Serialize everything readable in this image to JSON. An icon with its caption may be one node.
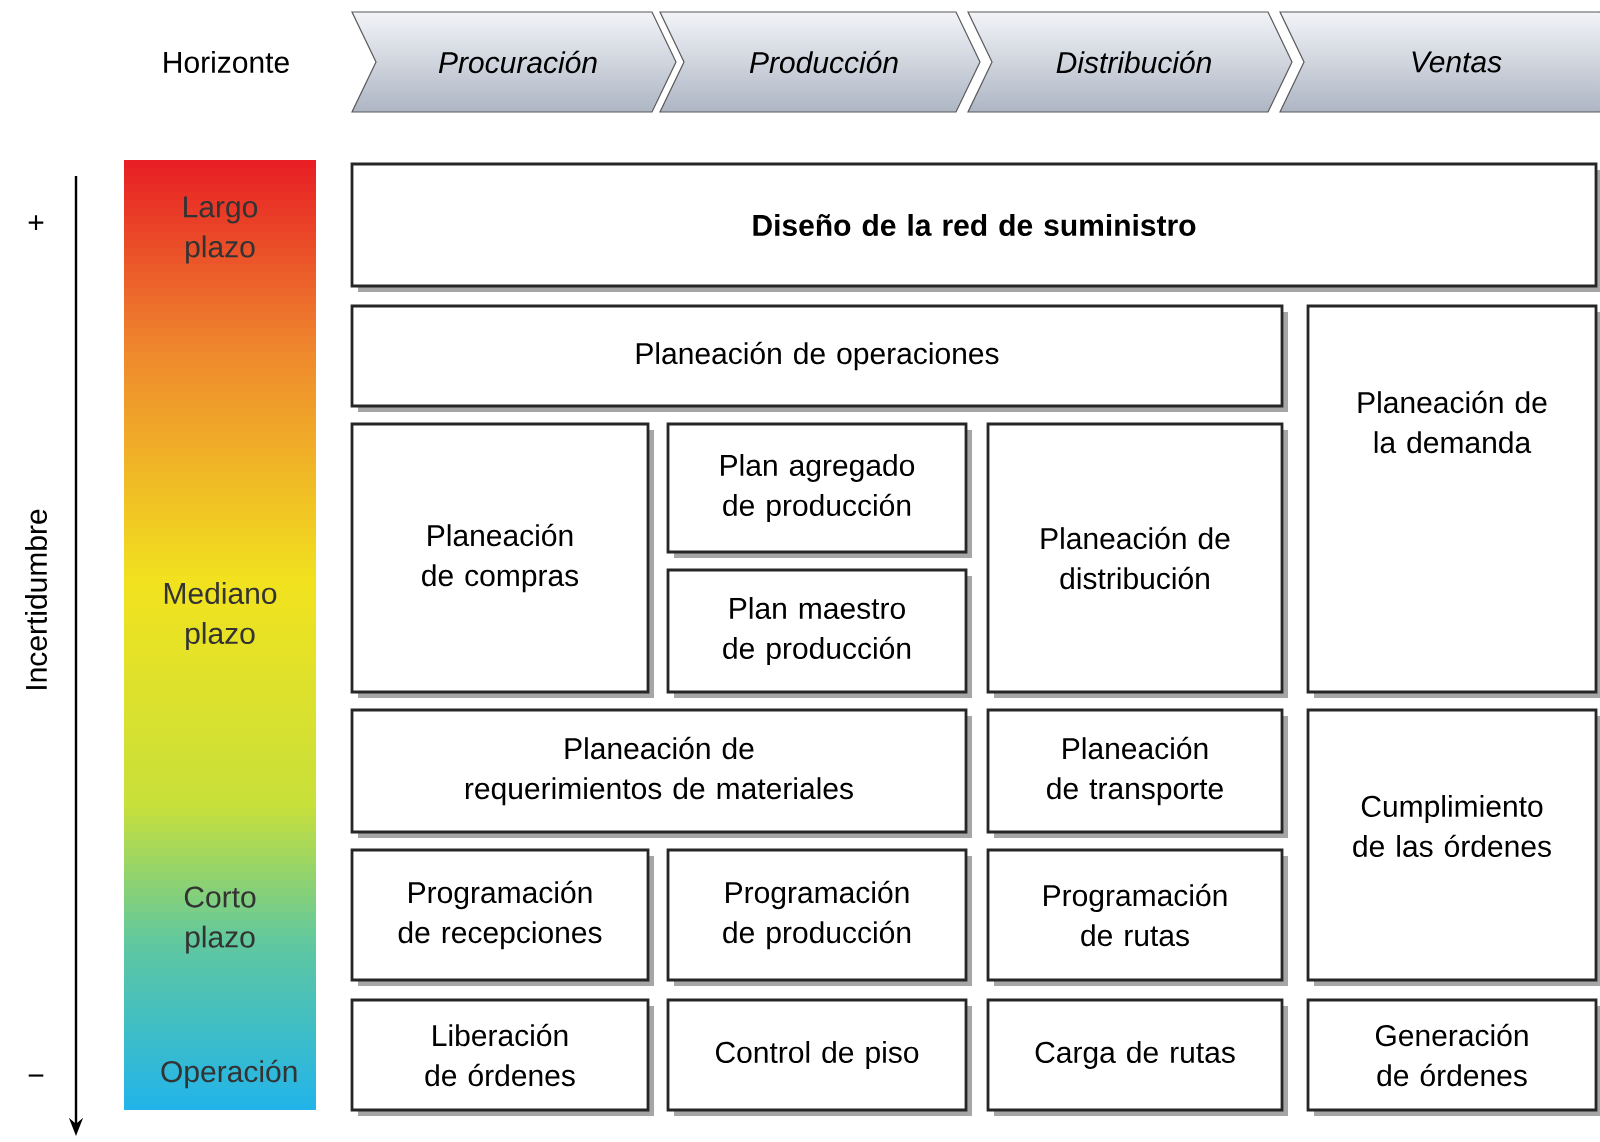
{
  "diagram": {
    "nodes": [
      {
        "text": [
          "Procuración"
        ]
      },
      {
        "text": [
          "Producción"
        ]
      },
      {
        "text": [
          "Distribución"
        ]
      },
      {
        "text": [
          "Ventas"
        ]
      },
      {
        "text": [
          "Largo plazo",
          "Mediano plazo",
          "Corto plazo",
          "Operación"
        ]
      },
      {
        "text": [
          "Diseño de la red de suministro"
        ]
      },
      {
        "text": [
          "Planeación de operaciones"
        ]
      },
      {
        "text": [
          "Planeación de la demanda"
        ]
      },
      {
        "text": [
          "Planeación de compras"
        ]
      },
      {
        "text": [
          "Plan agregado de producción"
        ]
      },
      {
        "text": [
          "Plan maestro de producción"
        ]
      },
      {
        "text": [
          "Planeación de distribución"
        ]
      },
      {
        "text": [
          "Planeación de requerimientos de materiales"
        ]
      },
      {
        "text": [
          "Planeación de transporte"
        ]
      },
      {
        "text": [
          "Cumplimiento de las órdenes"
        ]
      },
      {
        "text": [
          "Programación de recepciones"
        ]
      },
      {
        "text": [
          "Programación de producción"
        ]
      },
      {
        "text": [
          "Programación de rutas"
        ]
      },
      {
        "text": [
          "Liberación de órdenes"
        ]
      },
      {
        "text": [
          "Control de piso"
        ]
      },
      {
        "text": [
          "Carga de rutas"
        ]
      },
      {
        "text": [
          "Generación de órdenes"
        ]
      }
    ],
    "labels": [
      "Horizonte",
      "+",
      "Incertidumbre",
      "−"
    ]
  }
}
